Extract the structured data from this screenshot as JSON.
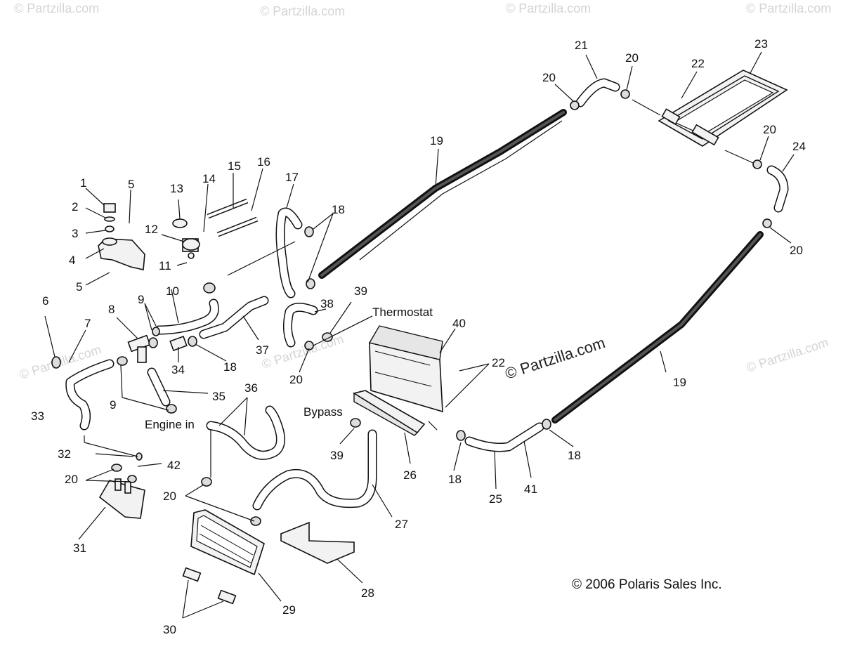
{
  "watermarks": {
    "corner": "© Partzilla.com",
    "center": "© Partzilla.com"
  },
  "copyright": "© 2006 Polaris Sales Inc.",
  "labels": {
    "thermostat": "Thermostat",
    "bypass": "Bypass",
    "engine_in": "Engine in"
  },
  "callouts": {
    "c1": "1",
    "c2": "2",
    "c3": "3",
    "c4": "4",
    "c5a": "5",
    "c5b": "5",
    "c6": "6",
    "c7": "7",
    "c8": "8",
    "c9a": "9",
    "c9b": "9",
    "c10": "10",
    "c11": "11",
    "c12": "12",
    "c13": "13",
    "c14": "14",
    "c15": "15",
    "c16": "16",
    "c17": "17",
    "c18a": "18",
    "c18b": "18",
    "c18c": "18",
    "c18d": "18",
    "c19a": "19",
    "c19b": "19",
    "c20a": "20",
    "c20b": "20",
    "c20c": "20",
    "c20d": "20",
    "c20e": "20",
    "c20f": "20",
    "c20g": "20",
    "c21": "21",
    "c22a": "22",
    "c22b": "22",
    "c23": "23",
    "c24": "24",
    "c25": "25",
    "c26": "26",
    "c27": "27",
    "c28": "28",
    "c29": "29",
    "c30": "30",
    "c31": "31",
    "c32": "32",
    "c33": "33",
    "c34": "34",
    "c35": "35",
    "c36": "36",
    "c37": "37",
    "c38": "38",
    "c39a": "39",
    "c39b": "39",
    "c40": "40",
    "c41": "41",
    "c42": "42"
  }
}
